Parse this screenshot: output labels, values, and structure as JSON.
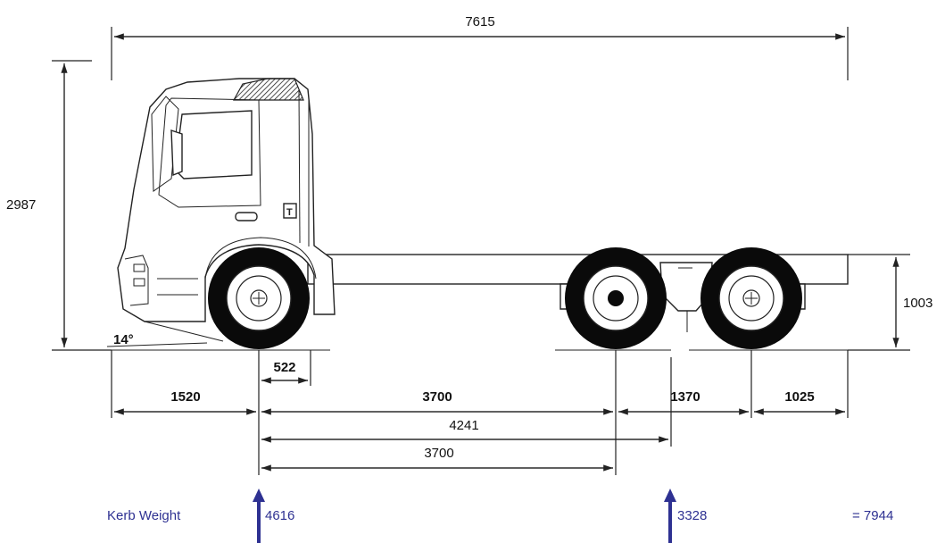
{
  "dimensions": {
    "overall_length": "7615",
    "overall_height": "2987",
    "frame_height": "1003",
    "approach_angle": "14°",
    "front_overhang": "1520",
    "front_axle_offset": "522",
    "wheelbase": "3700",
    "rear_axle_spread": "1370",
    "rear_overhang": "1025",
    "front_to_bogie_center": "4241",
    "front_to_first_rear_axle": "3700"
  },
  "weights": {
    "label": "Kerb Weight",
    "front_axle": "4616",
    "rear_bogie": "3328",
    "total": "= 7944"
  },
  "colors": {
    "line": "#222222",
    "weight_arrow": "#2e3192",
    "tire": "#0a0a0a"
  }
}
